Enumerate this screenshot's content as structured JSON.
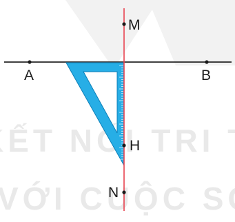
{
  "figure": {
    "points": {
      "M": "M",
      "A": "A",
      "B": "B",
      "H": "H",
      "N": "N"
    },
    "watermark": {
      "line1": "KẾT NỐI TRI THỨC",
      "line2": "VỚI CUỘC SỐNG"
    },
    "colors": {
      "line_ab": "#404040",
      "line_mn": "#e8424f",
      "set_square_fill": "#27aee6",
      "set_square_outline": "#0d7fb8",
      "ruler_ticks": "#ffffff",
      "watermark": "#e9e9e9"
    }
  }
}
